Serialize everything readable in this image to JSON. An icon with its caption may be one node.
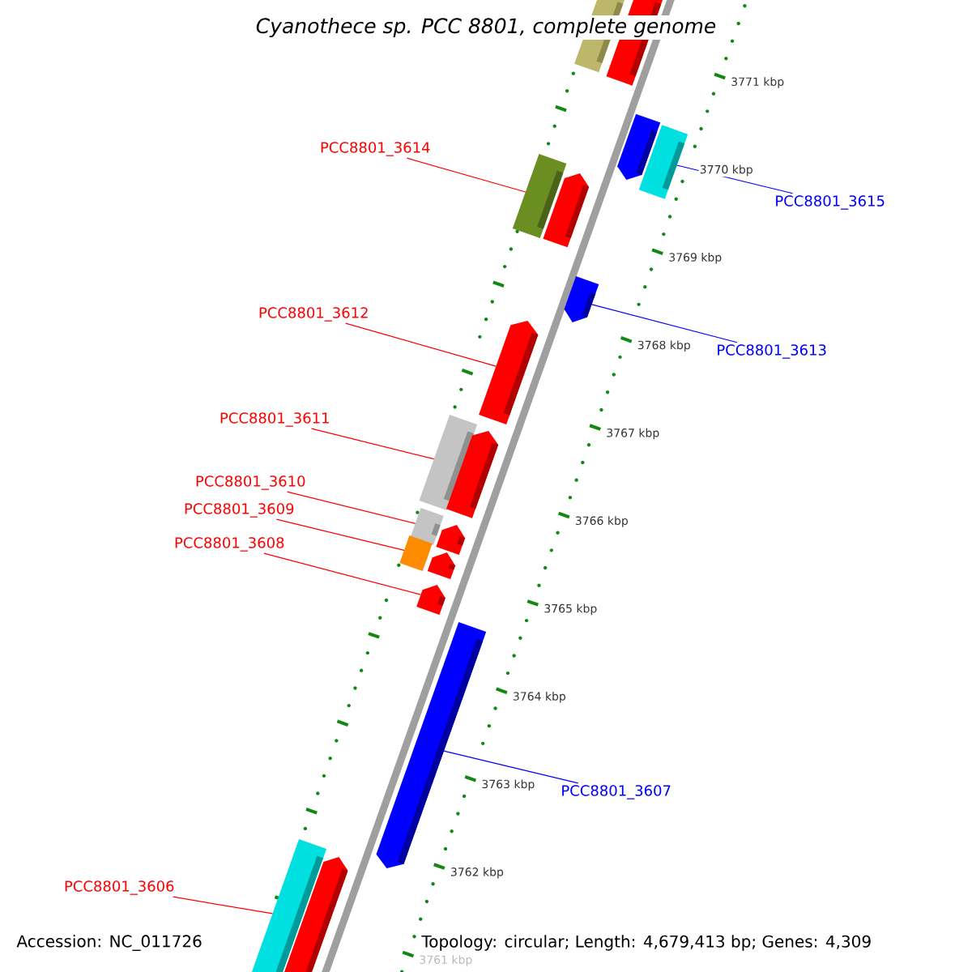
{
  "diagram": {
    "title": "Cyanothece sp. PCC 8801, complete genome",
    "nodes": [
      {
        "text": [
          "PCC8801_3614"
        ]
      },
      {
        "text": [
          "PCC8801_3615"
        ]
      },
      {
        "text": [
          "PCC8801_3612"
        ]
      },
      {
        "text": [
          "PCC8801_3613"
        ]
      },
      {
        "text": [
          "PCC8801_3611"
        ]
      },
      {
        "text": [
          "PCC8801_3610"
        ]
      },
      {
        "text": [
          "PCC8801_3609"
        ]
      },
      {
        "text": [
          "PCC8801_3608"
        ]
      },
      {
        "text": [
          "PCC8801_3607"
        ]
      },
      {
        "text": [
          "PCC8801_3606"
        ]
      },
      {
        "text": [],
        "shape": "bar"
      },
      {
        "text": [],
        "shape": "bar"
      },
      {
        "text": [],
        "shape": "bar"
      },
      {
        "text": [],
        "shape": "bar"
      },
      {
        "text": [],
        "shape": "bar"
      },
      {
        "text": [],
        "shape": "bar"
      },
      {
        "text": [],
        "shape": "bar"
      },
      {
        "text": [],
        "shape": "bar"
      },
      {
        "text": [],
        "shape": "bar"
      },
      {
        "text": [],
        "shape": "bar"
      },
      {
        "text": [],
        "shape": "bar"
      },
      {
        "text": [],
        "shape": "bar"
      },
      {
        "text": [],
        "shape": "bar"
      },
      {
        "text": [],
        "shape": "bar"
      },
      {
        "text": [],
        "shape": "bar"
      },
      {
        "text": [],
        "shape": "bar"
      },
      {
        "text": [],
        "shape": "bar"
      },
      {
        "text": [],
        "shape": "bar"
      }
    ],
    "edges": [
      {
        "from": 0,
        "to": 14,
        "arrow": "none",
        "color": "#ff0000"
      },
      {
        "from": 1,
        "to": 13,
        "arrow": "none",
        "color": "#0000ff"
      },
      {
        "from": 2,
        "to": 17,
        "arrow": "none",
        "color": "#ff0000"
      },
      {
        "from": 3,
        "to": 16,
        "arrow": "none",
        "color": "#0000ff"
      },
      {
        "from": 4,
        "to": 18,
        "arrow": "none",
        "color": "#ff0000"
      },
      {
        "from": 5,
        "to": 20,
        "arrow": "none",
        "color": "#ff0000"
      },
      {
        "from": 6,
        "to": 22,
        "arrow": "none",
        "color": "#ff0000"
      },
      {
        "from": 7,
        "to": 24,
        "arrow": "none",
        "color": "#ff0000"
      },
      {
        "from": 8,
        "to": 25,
        "arrow": "none",
        "color": "#0000ff"
      },
      {
        "from": 9,
        "to": 26,
        "arrow": "none",
        "color": "#ff0000"
      }
    ],
    "labels": [
      "3771 kbp",
      "3770 kbp",
      "3769 kbp",
      "3768 kbp",
      "3767 kbp",
      "3766 kbp",
      "3765 kbp",
      "3764 kbp",
      "3763 kbp",
      "3762 kbp",
      "Accession: NC_011726",
      "Topology: circular; Length: 4,679,413 bp; Genes: 4,309",
      "3761 kbp"
    ]
  }
}
